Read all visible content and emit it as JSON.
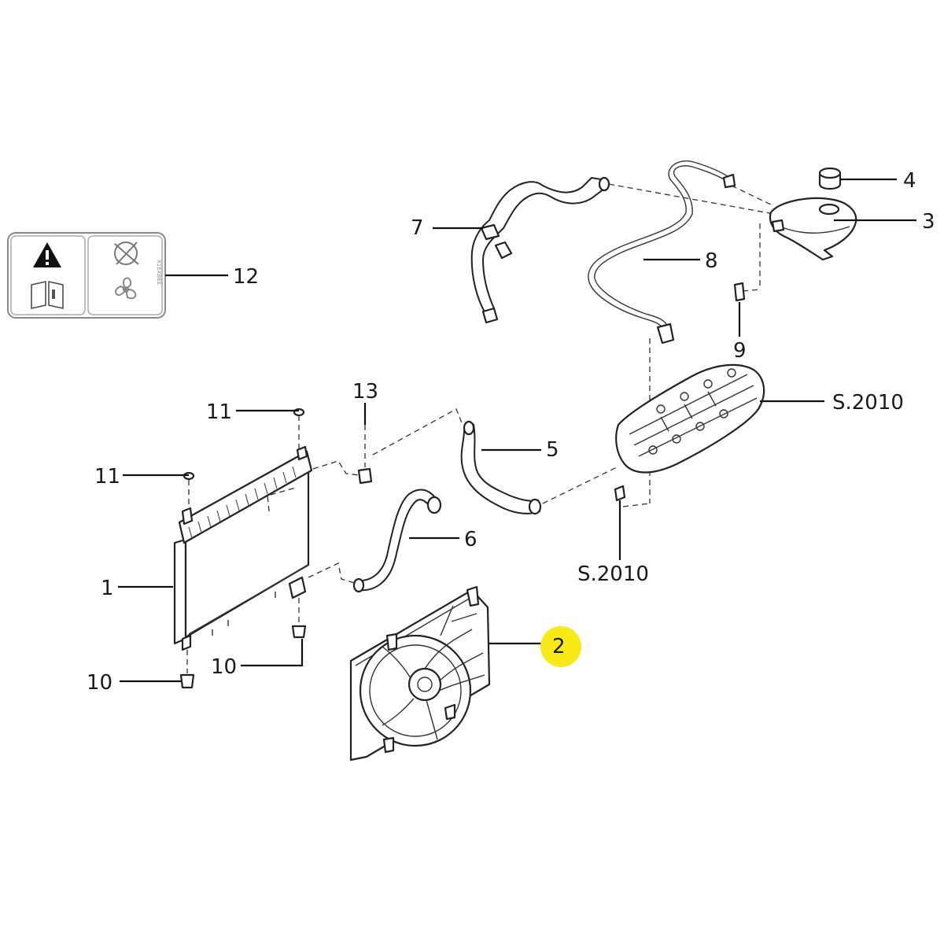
{
  "labels": {
    "p1": "1",
    "p2": "2",
    "p3": "3",
    "p4": "4",
    "p5": "5",
    "p6": "6",
    "p7": "7",
    "p8": "8",
    "p9": "9",
    "p10a": "10",
    "p10b": "10",
    "p11a": "11",
    "p11b": "11",
    "p12": "12",
    "p13": "13",
    "s2010a": "S.2010",
    "s2010b": "S.2010"
  },
  "highlight": {
    "part": "2",
    "color": "#f7ea16"
  },
  "warning_label": {
    "icons": [
      "warning-triangle-icon",
      "manual-book-icon",
      "fan-hazard-icon",
      "fan-icon"
    ]
  }
}
